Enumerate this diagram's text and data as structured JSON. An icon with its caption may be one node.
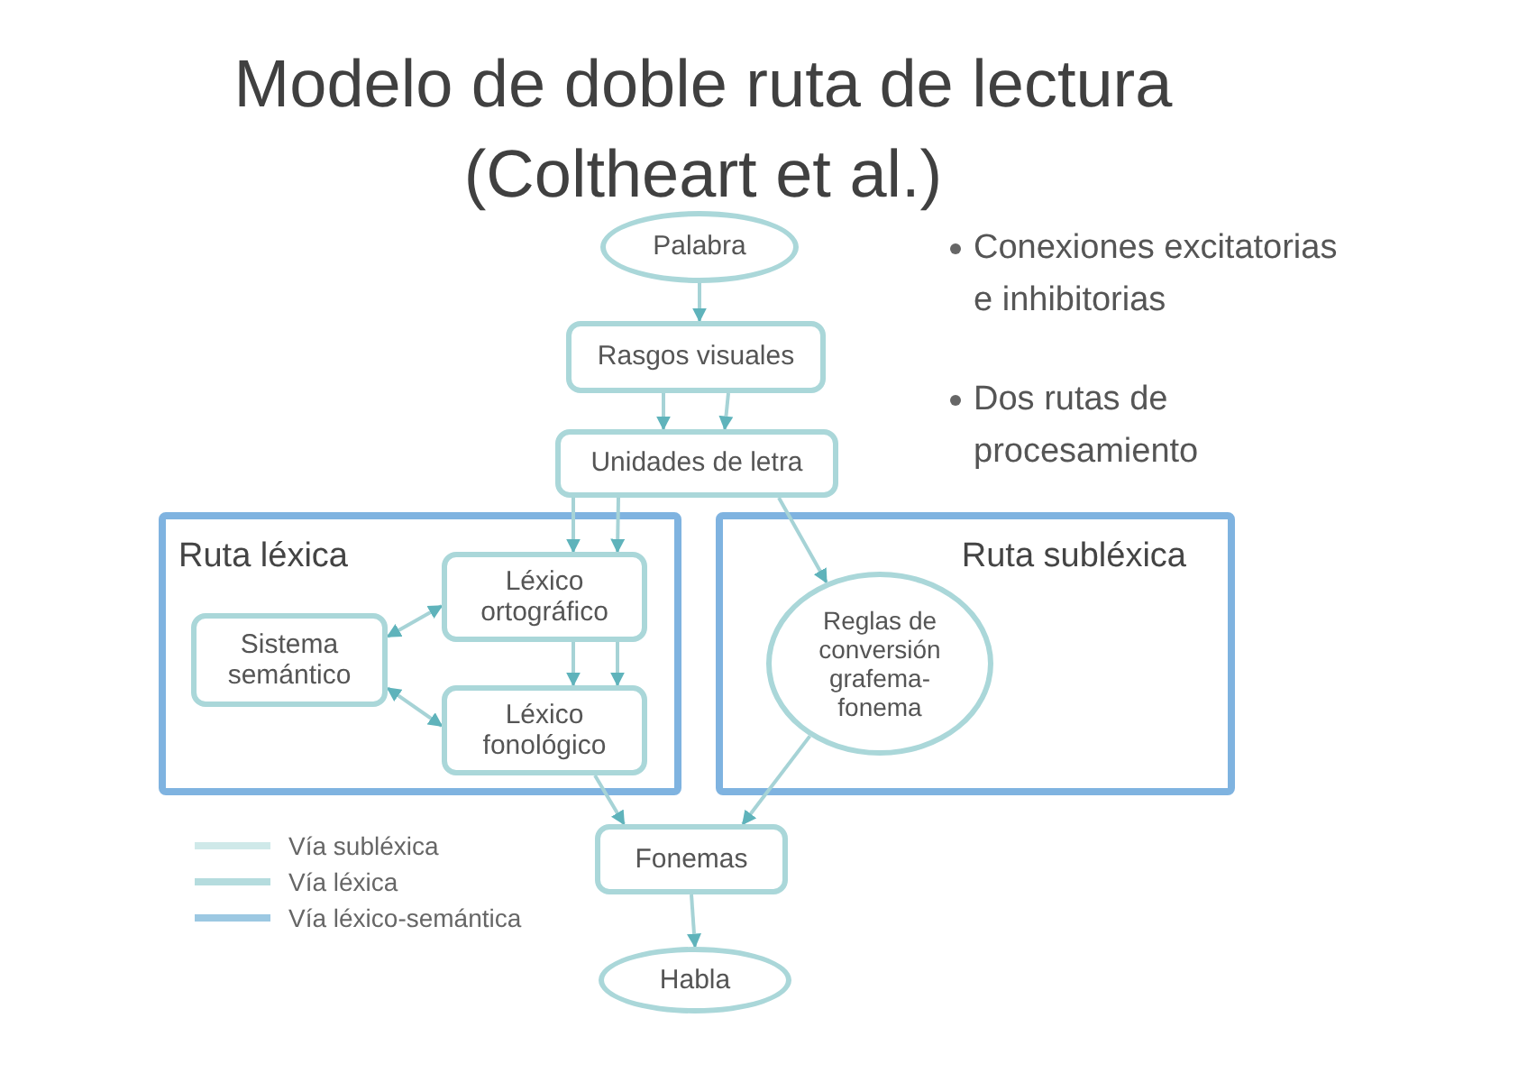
{
  "diagram": {
    "title": "Modelo de doble ruta de lectura (Coltheart et al.)",
    "nodes": [
      {
        "text": [
          "Palabra"
        ]
      },
      {
        "text": [
          "Rasgos visuales"
        ]
      },
      {
        "text": [
          "Unidades de letra"
        ]
      },
      {
        "text": [
          "Ruta léxica"
        ]
      },
      {
        "text": [
          "Léxico ortográfico"
        ],
        "in": 3
      },
      {
        "text": [
          "Sistema semántico"
        ],
        "in": 3
      },
      {
        "text": [
          "Léxico fonológico"
        ],
        "in": 3
      },
      {
        "text": [
          "Ruta subléxica"
        ]
      },
      {
        "text": [
          "Reglas de conversión grafema-fonema"
        ],
        "in": 7
      },
      {
        "text": [
          "Fonemas"
        ]
      },
      {
        "text": [
          "Habla"
        ]
      }
    ],
    "edges": [
      {
        "from": 0,
        "to": 1,
        "arrow": "to"
      },
      {
        "from": 1,
        "to": 2,
        "arrow": "to"
      },
      {
        "from": 1,
        "to": 2,
        "arrow": "to"
      },
      {
        "from": 2,
        "to": 4,
        "arrow": "to"
      },
      {
        "from": 2,
        "to": 4,
        "arrow": "to"
      },
      {
        "from": 4,
        "to": 6,
        "arrow": "to"
      },
      {
        "from": 4,
        "to": 6,
        "arrow": "to"
      },
      {
        "from": 5,
        "to": 4,
        "arrow": "both"
      },
      {
        "from": 5,
        "to": 6,
        "arrow": "both"
      },
      {
        "from": 2,
        "to": 8,
        "arrow": "to"
      },
      {
        "from": 6,
        "to": 9,
        "arrow": "to"
      },
      {
        "from": 8,
        "to": 9,
        "arrow": "to"
      },
      {
        "from": 9,
        "to": 10,
        "arrow": "to"
      }
    ],
    "labels": [
      "Conexiones excitatorias e inhibitorias",
      "Dos rutas de procesamiento"
    ],
    "legend": [
      {
        "text": "Vía subléxica"
      },
      {
        "text": "Vía léxica"
      },
      {
        "text": "Vía léxico-semántica"
      }
    ]
  }
}
